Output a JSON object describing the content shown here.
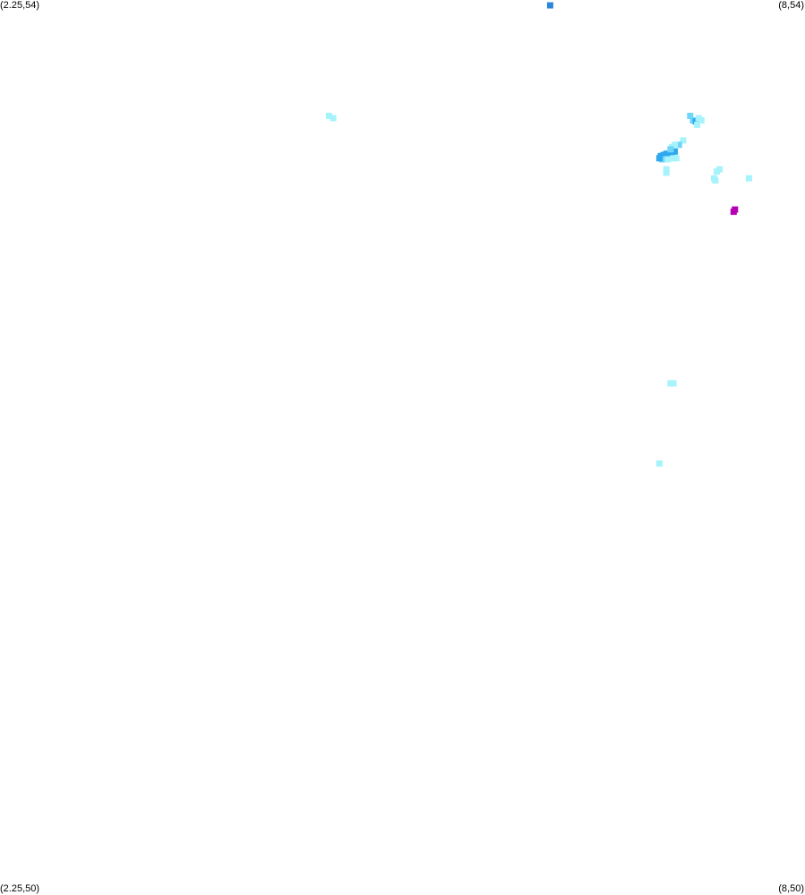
{
  "map": {
    "corner_labels": {
      "top_left": "(2.25,54)",
      "top_right": "(8,54)",
      "bottom_left": "(2.25,50)",
      "bottom_right": "(8,50)"
    },
    "extent": {
      "x_min": 2.25,
      "x_max": 8,
      "y_min": 50,
      "y_max": 54
    },
    "colors": {
      "light_cyan": "#a6f3fb",
      "mid_cyan": "#6fd6f7",
      "blue": "#2fa7ef",
      "dark_blue": "#2a86d8",
      "magenta": "#b200b2"
    },
    "points": [
      {
        "x": 6.18,
        "y": 53.976,
        "color": "dark_blue"
      },
      {
        "x": 4.6,
        "y": 53.48,
        "color": "light_cyan"
      },
      {
        "x": 4.63,
        "y": 53.47,
        "color": "light_cyan"
      },
      {
        "x": 7.18,
        "y": 53.48,
        "color": "mid_cyan"
      },
      {
        "x": 7.2,
        "y": 53.46,
        "color": "mid_cyan"
      },
      {
        "x": 7.22,
        "y": 53.455,
        "color": "blue"
      },
      {
        "x": 7.24,
        "y": 53.47,
        "color": "light_cyan"
      },
      {
        "x": 7.26,
        "y": 53.46,
        "color": "light_cyan"
      },
      {
        "x": 7.23,
        "y": 53.44,
        "color": "light_cyan"
      },
      {
        "x": 7.13,
        "y": 53.37,
        "color": "light_cyan"
      },
      {
        "x": 7.1,
        "y": 53.35,
        "color": "mid_cyan"
      },
      {
        "x": 7.07,
        "y": 53.35,
        "color": "light_cyan"
      },
      {
        "x": 7.05,
        "y": 53.34,
        "color": "light_cyan"
      },
      {
        "x": 6.97,
        "y": 53.3,
        "color": "blue"
      },
      {
        "x": 6.99,
        "y": 53.305,
        "color": "blue"
      },
      {
        "x": 7.01,
        "y": 53.31,
        "color": "blue"
      },
      {
        "x": 7.03,
        "y": 53.31,
        "color": "blue"
      },
      {
        "x": 7.05,
        "y": 53.315,
        "color": "blue"
      },
      {
        "x": 7.07,
        "y": 53.32,
        "color": "blue"
      },
      {
        "x": 6.98,
        "y": 53.285,
        "color": "mid_cyan"
      },
      {
        "x": 7.02,
        "y": 53.285,
        "color": "light_cyan"
      },
      {
        "x": 7.06,
        "y": 53.29,
        "color": "light_cyan"
      },
      {
        "x": 7.08,
        "y": 53.29,
        "color": "light_cyan"
      },
      {
        "x": 6.96,
        "y": 53.29,
        "color": "blue"
      },
      {
        "x": 7.04,
        "y": 53.33,
        "color": "mid_cyan"
      },
      {
        "x": 7.01,
        "y": 53.24,
        "color": "light_cyan"
      },
      {
        "x": 7.01,
        "y": 53.225,
        "color": "light_cyan"
      },
      {
        "x": 7.37,
        "y": 53.23,
        "color": "light_cyan"
      },
      {
        "x": 7.39,
        "y": 53.24,
        "color": "light_cyan"
      },
      {
        "x": 7.35,
        "y": 53.2,
        "color": "light_cyan"
      },
      {
        "x": 7.36,
        "y": 53.19,
        "color": "light_cyan"
      },
      {
        "x": 7.6,
        "y": 53.2,
        "color": "light_cyan"
      },
      {
        "x": 7.49,
        "y": 53.05,
        "color": "magenta"
      },
      {
        "x": 7.5,
        "y": 53.06,
        "color": "magenta"
      },
      {
        "x": 7.04,
        "y": 52.28,
        "color": "light_cyan"
      },
      {
        "x": 7.06,
        "y": 52.28,
        "color": "light_cyan"
      },
      {
        "x": 6.96,
        "y": 51.92,
        "color": "light_cyan"
      }
    ]
  }
}
